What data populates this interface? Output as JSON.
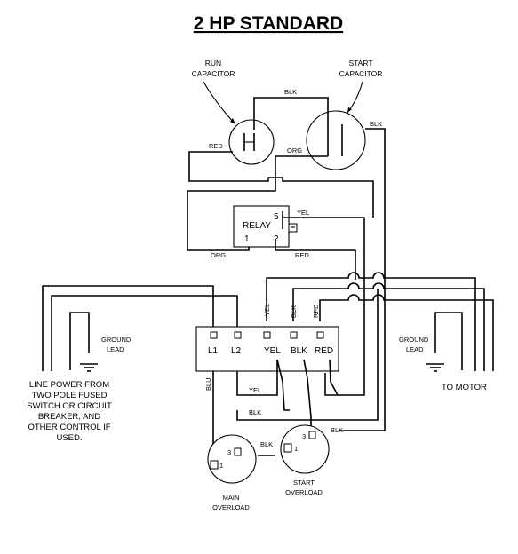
{
  "title": "2 HP STANDARD",
  "capacitors": {
    "run": [
      "RUN",
      "CAPACITOR"
    ],
    "start": [
      "START",
      "CAPACITOR"
    ]
  },
  "relay": {
    "label": "RELAY",
    "terminals": [
      "5",
      "1",
      "2"
    ]
  },
  "control_box": {
    "terminals": [
      "L1",
      "L2",
      "YEL",
      "BLK",
      "RED"
    ]
  },
  "wire_labels": {
    "blk": "BLK",
    "red": "RED",
    "org": "ORG",
    "yel": "YEL",
    "blu": "BLU",
    "rfd": "RFD"
  },
  "ground": {
    "left": [
      "GROUND",
      "LEAD"
    ],
    "right": [
      "GROUND",
      "LEAD"
    ]
  },
  "line_power_note": [
    "LINE POWER FROM",
    "TWO POLE FUSED",
    "SWITCH OR CIRCUIT",
    "BREAKER, AND",
    "OTHER CONTROL IF",
    "USED."
  ],
  "to_motor": "TO MOTOR",
  "overloads": {
    "main": {
      "label": [
        "MAIN",
        "OVERLOAD"
      ],
      "terminals": [
        "3",
        "1"
      ]
    },
    "start": {
      "label": [
        "START",
        "OVERLOAD"
      ],
      "terminals": [
        "3",
        "1"
      ]
    }
  }
}
